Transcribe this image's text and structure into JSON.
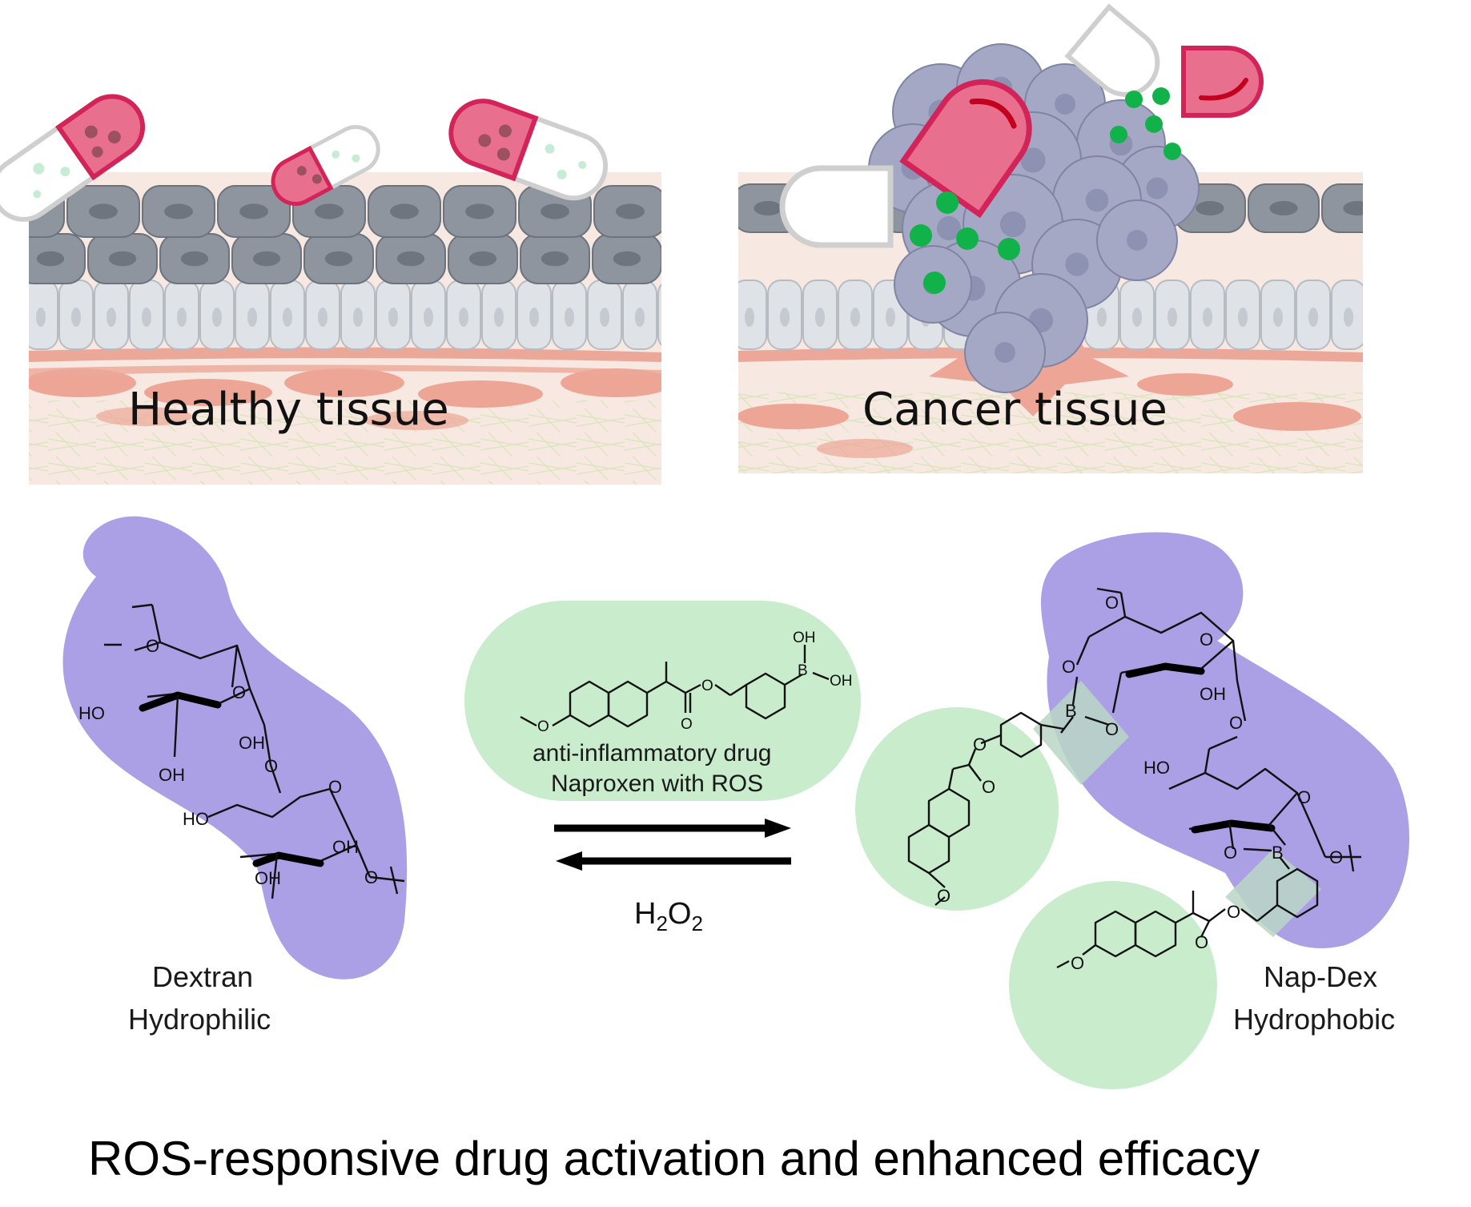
{
  "panels": {
    "healthy_label": "Healthy tissue",
    "cancer_label": "Cancer tissue"
  },
  "scheme": {
    "left_name": "Dextran",
    "left_property": "Hydrophilic",
    "drug_line1": "anti-inflammatory drug",
    "drug_line2": "Naproxen with ROS",
    "trigger": "H",
    "trigger_sub1": "2",
    "trigger_mid": "O",
    "trigger_sub2": "2",
    "right_name": "Nap-Dex",
    "right_property": "Hydrophobic"
  },
  "atoms": {
    "O": "O",
    "OH": "OH",
    "HO": "HO",
    "B": "B"
  },
  "caption": "ROS-responsive drug activation and enhanced efficacy",
  "colors": {
    "dextran_blob": "#ab9fe6",
    "naproxen_blob": "#c9eccd",
    "capsule_pink": "#e8708e",
    "capsule_border": "#d3245a",
    "drug_dot": "#12b24a",
    "cell_gray": "#8e959e",
    "cell_light": "#dfe2e6",
    "tumor_cell": "#a4a8c4"
  }
}
